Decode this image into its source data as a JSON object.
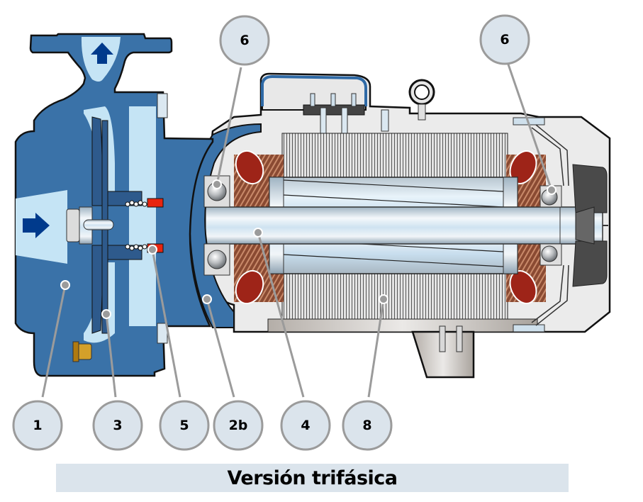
{
  "diagram": {
    "title": "Versión trifásica",
    "colors": {
      "pump_body": "#3a72a8",
      "pump_dark": "#2e5a8c",
      "water": "#c5e4f5",
      "flow_arrow": "#003a8c",
      "motor_body": "#ebebeb",
      "shaft": "#d8e6ef",
      "winding": "#9e2418",
      "copper": "#9c5a40",
      "seal": "#e8250f",
      "fan": "#4a4a4a",
      "plug": "#d4a02a",
      "callout_fill": "#dbe4ec",
      "callout_stroke": "#9b9b9b",
      "caption_bg": "#dbe4ec"
    },
    "components": {
      "pump_casing": "Pump casing",
      "impeller": "Impeller",
      "mechanical_seal": "Mechanical seal",
      "motor_bracket": "Motor bracket",
      "shaft": "Motor shaft with rotor",
      "bearings": "Bearings",
      "stator": "Stator",
      "terminal_box": "Terminal box",
      "lifting_eye": "Lifting eyebolt",
      "fan": "Cooling fan",
      "drain_plug": "Drain plug",
      "inlet_arrow": "Suction flow arrow",
      "outlet_arrow": "Delivery flow arrow"
    },
    "callouts": [
      {
        "label": "1",
        "target": "pump_casing"
      },
      {
        "label": "3",
        "target": "impeller"
      },
      {
        "label": "5",
        "target": "mechanical_seal"
      },
      {
        "label": "2b",
        "target": "motor_bracket"
      },
      {
        "label": "4",
        "target": "shaft"
      },
      {
        "label": "8",
        "target": "stator"
      },
      {
        "label": "6",
        "target": "bearings"
      },
      {
        "label": "6",
        "target": "bearings"
      }
    ]
  }
}
